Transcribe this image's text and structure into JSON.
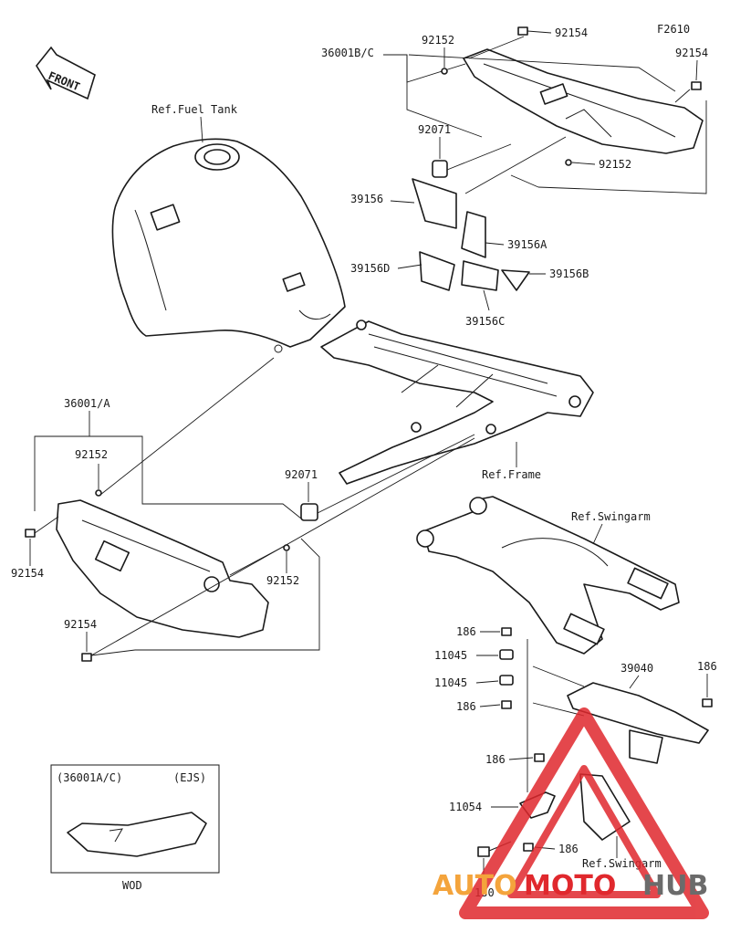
{
  "figure": {
    "code": "F2610",
    "front": "FRONT"
  },
  "references": {
    "fuel_tank": "Ref.Fuel Tank",
    "frame": "Ref.Frame",
    "swingarm_top": "Ref.Swingarm",
    "swingarm_bottom": "Ref.Swingarm"
  },
  "labels": {
    "a": "36001B/C",
    "b": "92152",
    "c": "92154",
    "d": "92154",
    "e": "92071",
    "f": "92152",
    "g": "39156",
    "h": "39156A",
    "i": "39156D",
    "j": "39156B",
    "k": "39156C",
    "l": "36001/A",
    "m": "92152",
    "n": "92071",
    "o": "92154",
    "p": "92152",
    "q": "92154",
    "r": "186",
    "s": "11045",
    "t": "11045",
    "u": "186",
    "v": "39040",
    "w": "186",
    "x": "186",
    "y": "11054",
    "z": "186",
    "aa": "130"
  },
  "inset": {
    "title_left": "(36001A/C)",
    "title_right": "(EJS)",
    "caption": "WOD"
  },
  "watermark": {
    "part1": "AUTO",
    "part2": "MOTO",
    "part3": "HUB",
    "color_orange": "#f4a43c",
    "color_red": "#e0282d",
    "color_gray": "#6b6b6b"
  }
}
